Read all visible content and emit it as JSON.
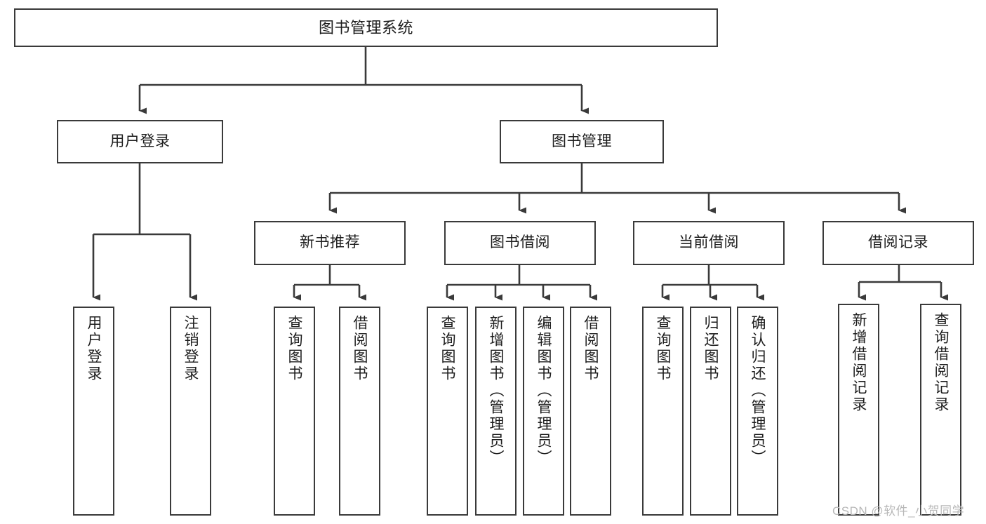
{
  "diagram": {
    "title": "图书管理系统",
    "type": "tree-hierarchy-chart",
    "watermark": "CSDN @软件_小贺同学",
    "colors": {
      "stroke": "#3a3a3a",
      "fill": "#ffffff",
      "text": "#1d1d1d",
      "watermark": "#b8b8b8"
    },
    "nodes": {
      "root": {
        "label": "图书管理系统"
      },
      "level1": [
        {
          "key": "user_login",
          "label": "用户登录"
        },
        {
          "key": "book_manage",
          "label": "图书管理"
        }
      ],
      "level2": [
        {
          "key": "new_book_rec",
          "label": "新书推荐"
        },
        {
          "key": "book_borrow",
          "label": "图书借阅"
        },
        {
          "key": "current_borrow",
          "label": "当前借阅"
        },
        {
          "key": "borrow_record",
          "label": "借阅记录"
        }
      ],
      "leaves": {
        "user_login": [
          {
            "key": "leaf_user_login",
            "label": "用户登录"
          },
          {
            "key": "leaf_logout",
            "label": "注销登录"
          }
        ],
        "new_book_rec": [
          {
            "key": "leaf_query_book_1",
            "label": "查询图书"
          },
          {
            "key": "leaf_borrow_book_1",
            "label": "借阅图书"
          }
        ],
        "book_borrow": [
          {
            "key": "leaf_query_book_2",
            "label": "查询图书"
          },
          {
            "key": "leaf_add_book",
            "label": "新增图书（管理员）"
          },
          {
            "key": "leaf_edit_book",
            "label": "编辑图书（管理员）"
          },
          {
            "key": "leaf_borrow_book_2",
            "label": "借阅图书"
          }
        ],
        "current_borrow": [
          {
            "key": "leaf_query_book_3",
            "label": "查询图书"
          },
          {
            "key": "leaf_return_book",
            "label": "归还图书"
          },
          {
            "key": "leaf_confirm_return",
            "label": "确认归还（管理员）"
          }
        ],
        "borrow_record": [
          {
            "key": "leaf_add_record",
            "label": "新增借阅记录"
          },
          {
            "key": "leaf_query_record",
            "label": "查询借阅记录"
          }
        ]
      }
    }
  }
}
